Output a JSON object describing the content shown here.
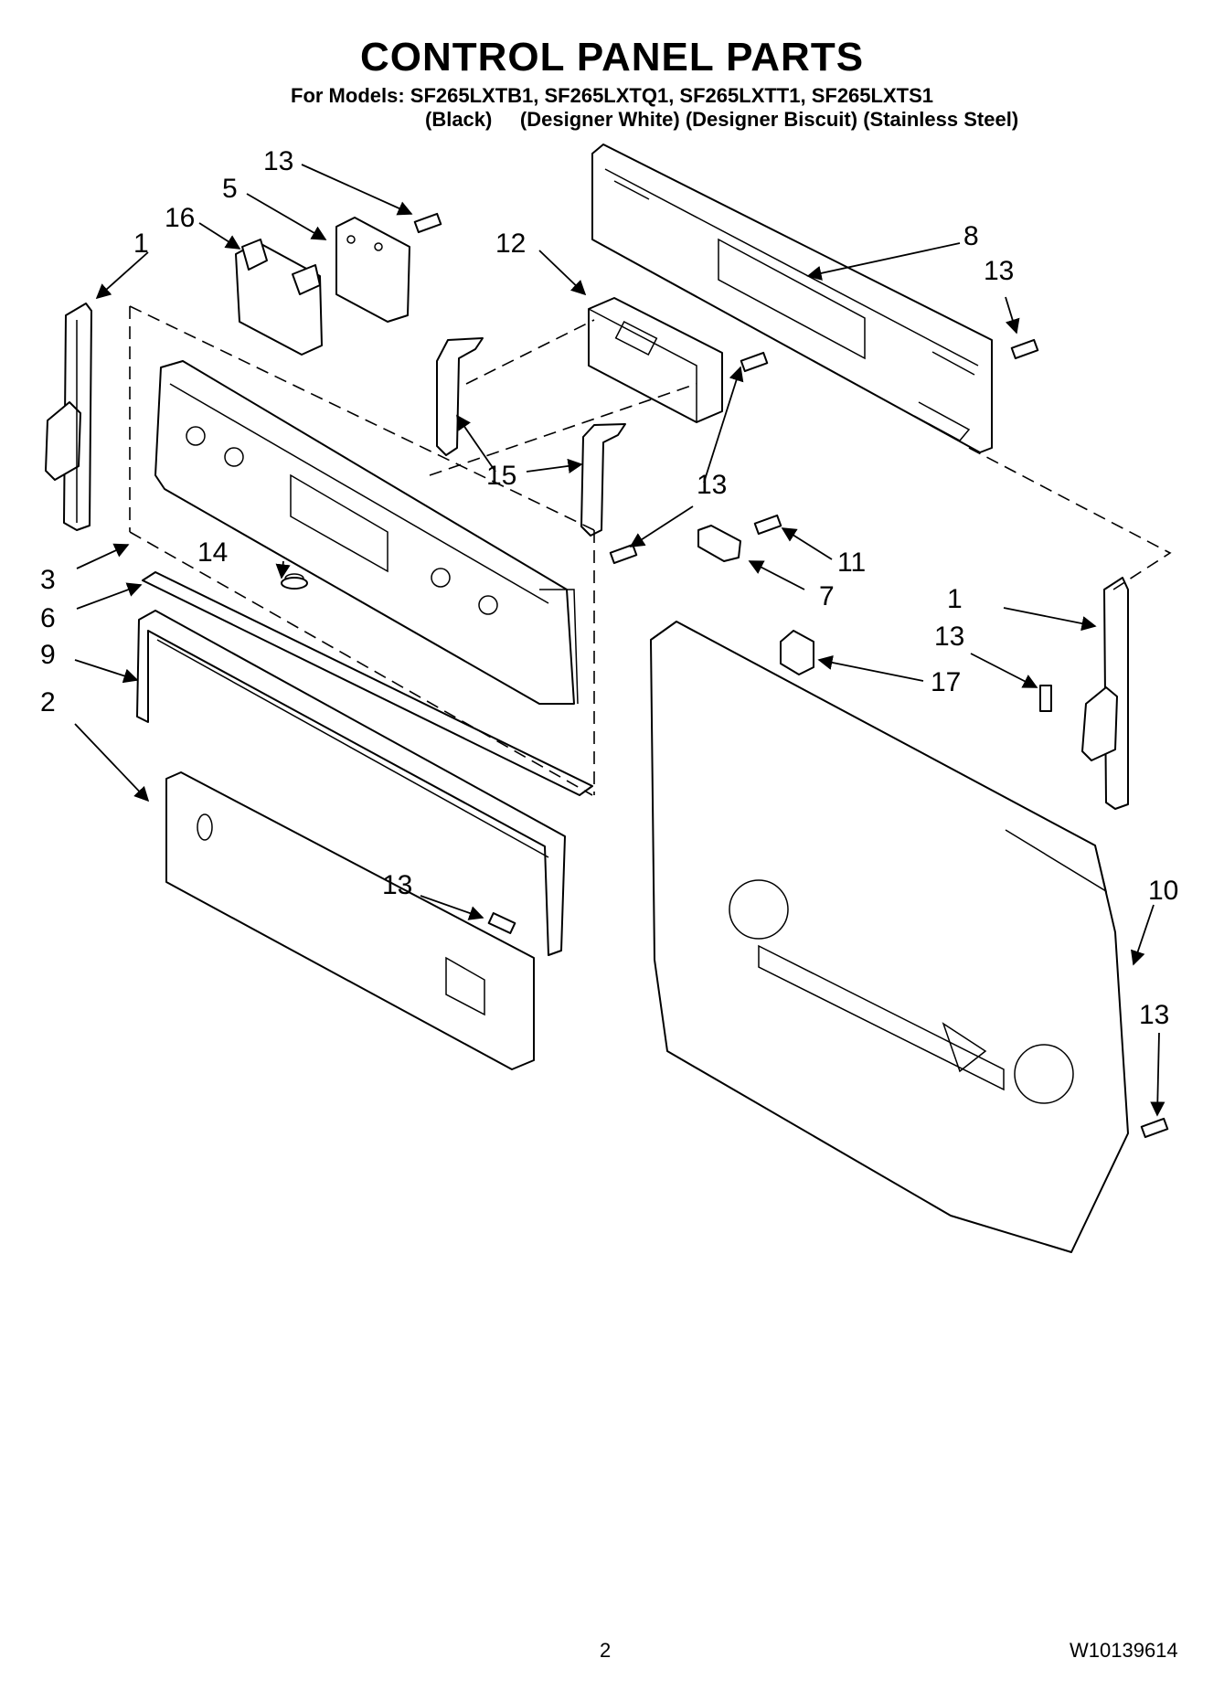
{
  "header": {
    "title": "CONTROL PANEL PARTS",
    "models_line": "For Models: SF265LXTB1, SF265LXTQ1, SF265LXTT1, SF265LXTS1",
    "colors_line": "(Black)     (Designer White) (Designer Biscuit) (Stainless Steel)"
  },
  "callouts": {
    "c1a": "1",
    "c1b": "1",
    "c2": "2",
    "c3": "3",
    "c5": "5",
    "c6": "6",
    "c7": "7",
    "c8": "8",
    "c9": "9",
    "c10": "10",
    "c11": "11",
    "c12": "12",
    "c13a": "13",
    "c13b": "13",
    "c13c": "13",
    "c13d": "13",
    "c13e": "13",
    "c13f": "13",
    "c14": "14",
    "c15": "15",
    "c16": "16",
    "c17": "17"
  },
  "footer": {
    "page_number": "2",
    "document_number": "W10139614"
  }
}
